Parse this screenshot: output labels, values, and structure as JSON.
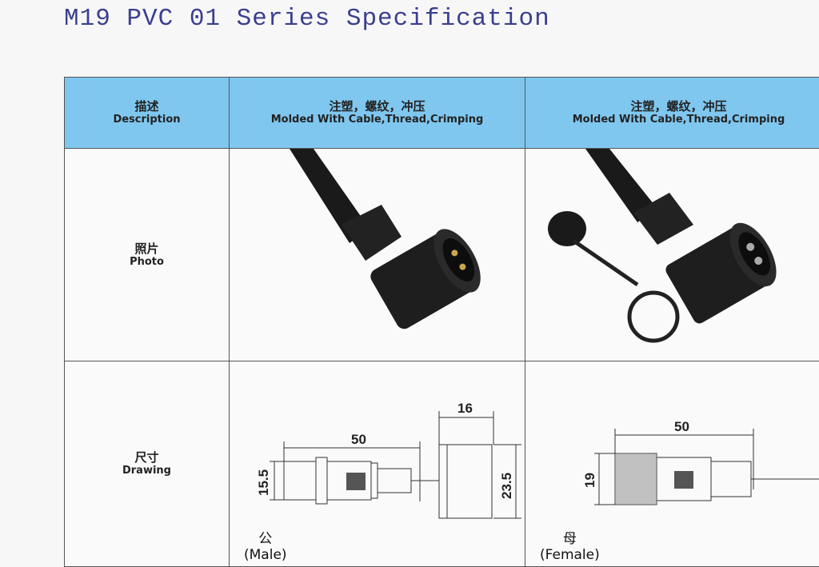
{
  "title": "M19 PVC 01 Series Specification",
  "header": {
    "desc_cn": "描述",
    "desc_en": "Description",
    "columns": [
      {
        "cn": "注塑，螺纹，冲压",
        "en": "Molded With Cable,Thread,Crimping"
      },
      {
        "cn": "注塑，螺纹，冲压",
        "en": "Molded With Cable,Thread,Crimping"
      }
    ]
  },
  "photo_row": {
    "cn": "照片",
    "en": "Photo"
  },
  "drawing_row": {
    "cn": "尺寸",
    "en": "Drawing"
  },
  "male": {
    "cn": "公",
    "en": "(Male)",
    "dims": {
      "length": "50",
      "diameter": "15.5",
      "cap_width": "16",
      "cap_height": "23.5"
    }
  },
  "female": {
    "cn": "母",
    "en": "(Female)",
    "dims": {
      "length": "50",
      "diameter": "19"
    }
  }
}
